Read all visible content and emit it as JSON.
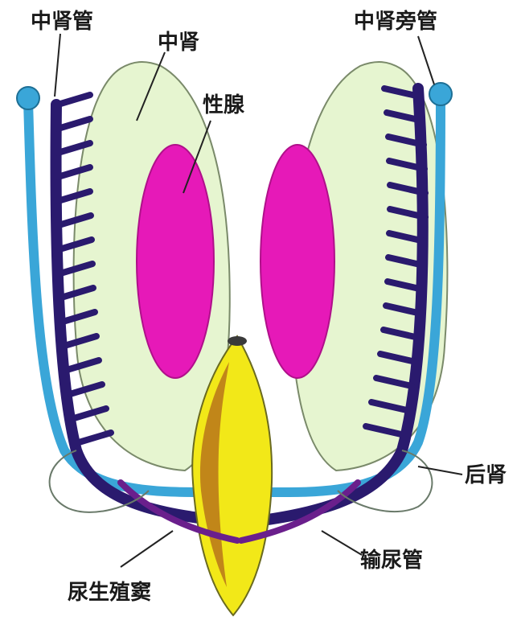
{
  "labels": {
    "mesonephric_duct_left": "中肾管",
    "mesonephros": "中肾",
    "gonad": "性腺",
    "paramesonephric_duct": "中肾旁管",
    "metanephros": "后肾",
    "ureter": "输尿管",
    "urogenital_sinus": "尿生殖窦"
  },
  "colors": {
    "mesonephros_fill": "#e6f5d0",
    "gonad": "#e619b8",
    "mesonephric_duct": "#2a1a6e",
    "paramesonephric_duct": "#3aa6d8",
    "sinus": "#f2e818",
    "sinus_shade": "#b8741a",
    "ureter": "#6a1f8c"
  }
}
